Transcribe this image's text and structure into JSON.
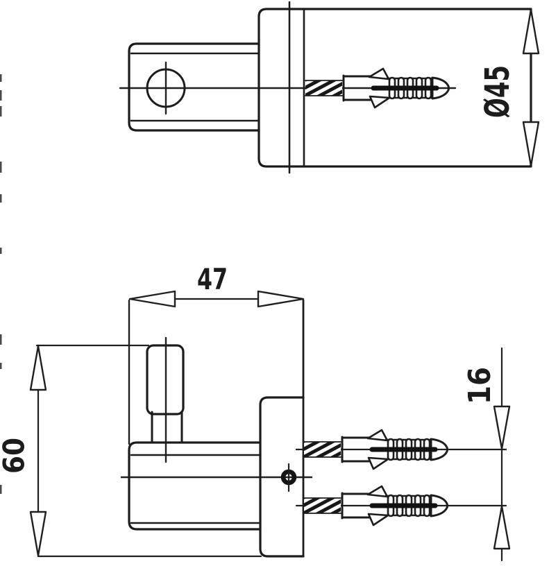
{
  "meta": {
    "type": "technical-installation-drawing",
    "background_color": "#ffffff",
    "ink_color": "#1f1f1f",
    "views": [
      "top-view-section",
      "front-elevation"
    ]
  },
  "dimensions": {
    "plate_diameter": "Ø45",
    "projection_depth": "47",
    "body_height": "60",
    "screw_spacing": "16"
  }
}
